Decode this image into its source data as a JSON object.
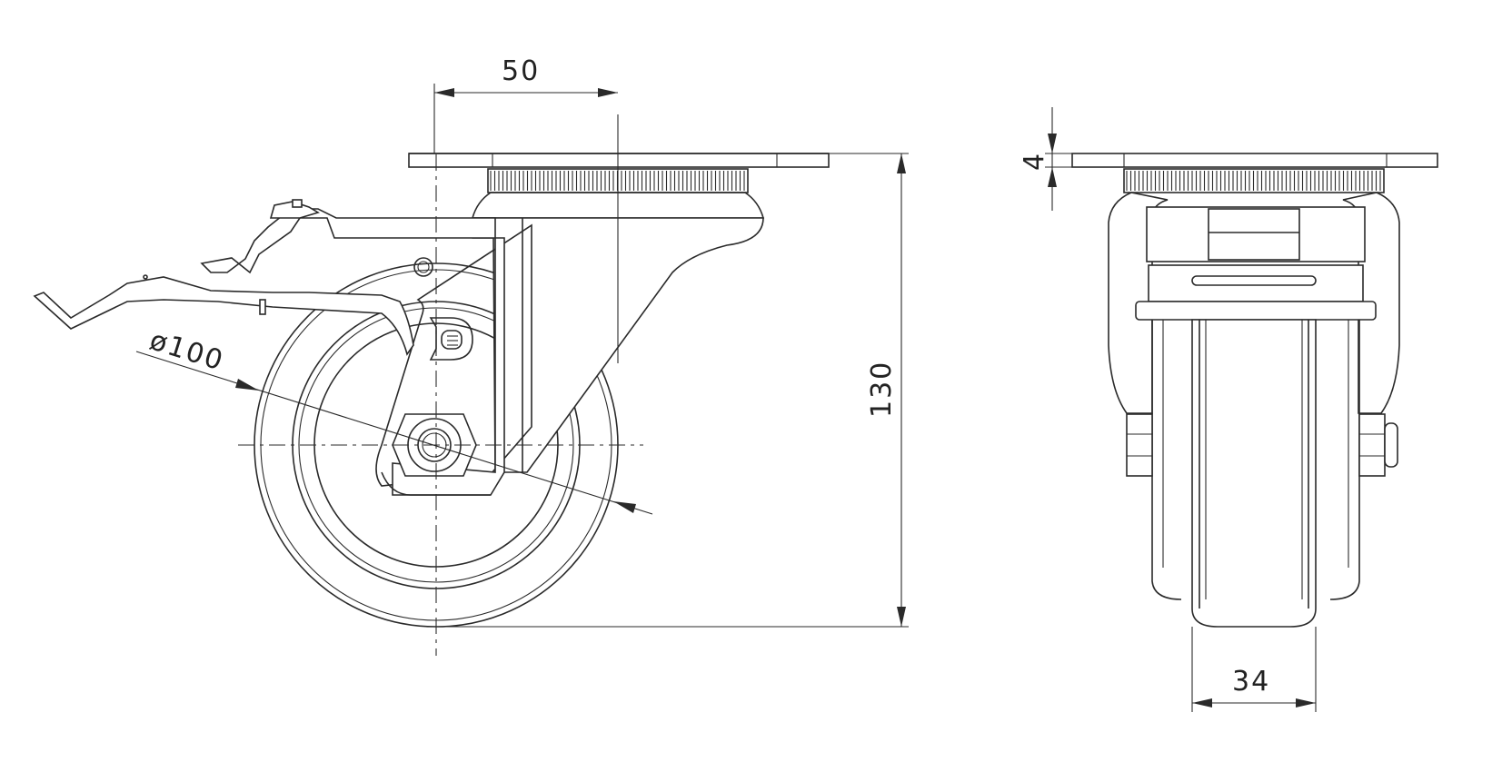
{
  "drawing": {
    "dimensions": {
      "offset": "50",
      "wheel_diameter": "ø100",
      "total_height": "130",
      "plate_thickness": "4",
      "wheel_width": "34"
    },
    "logo_text": "D"
  }
}
